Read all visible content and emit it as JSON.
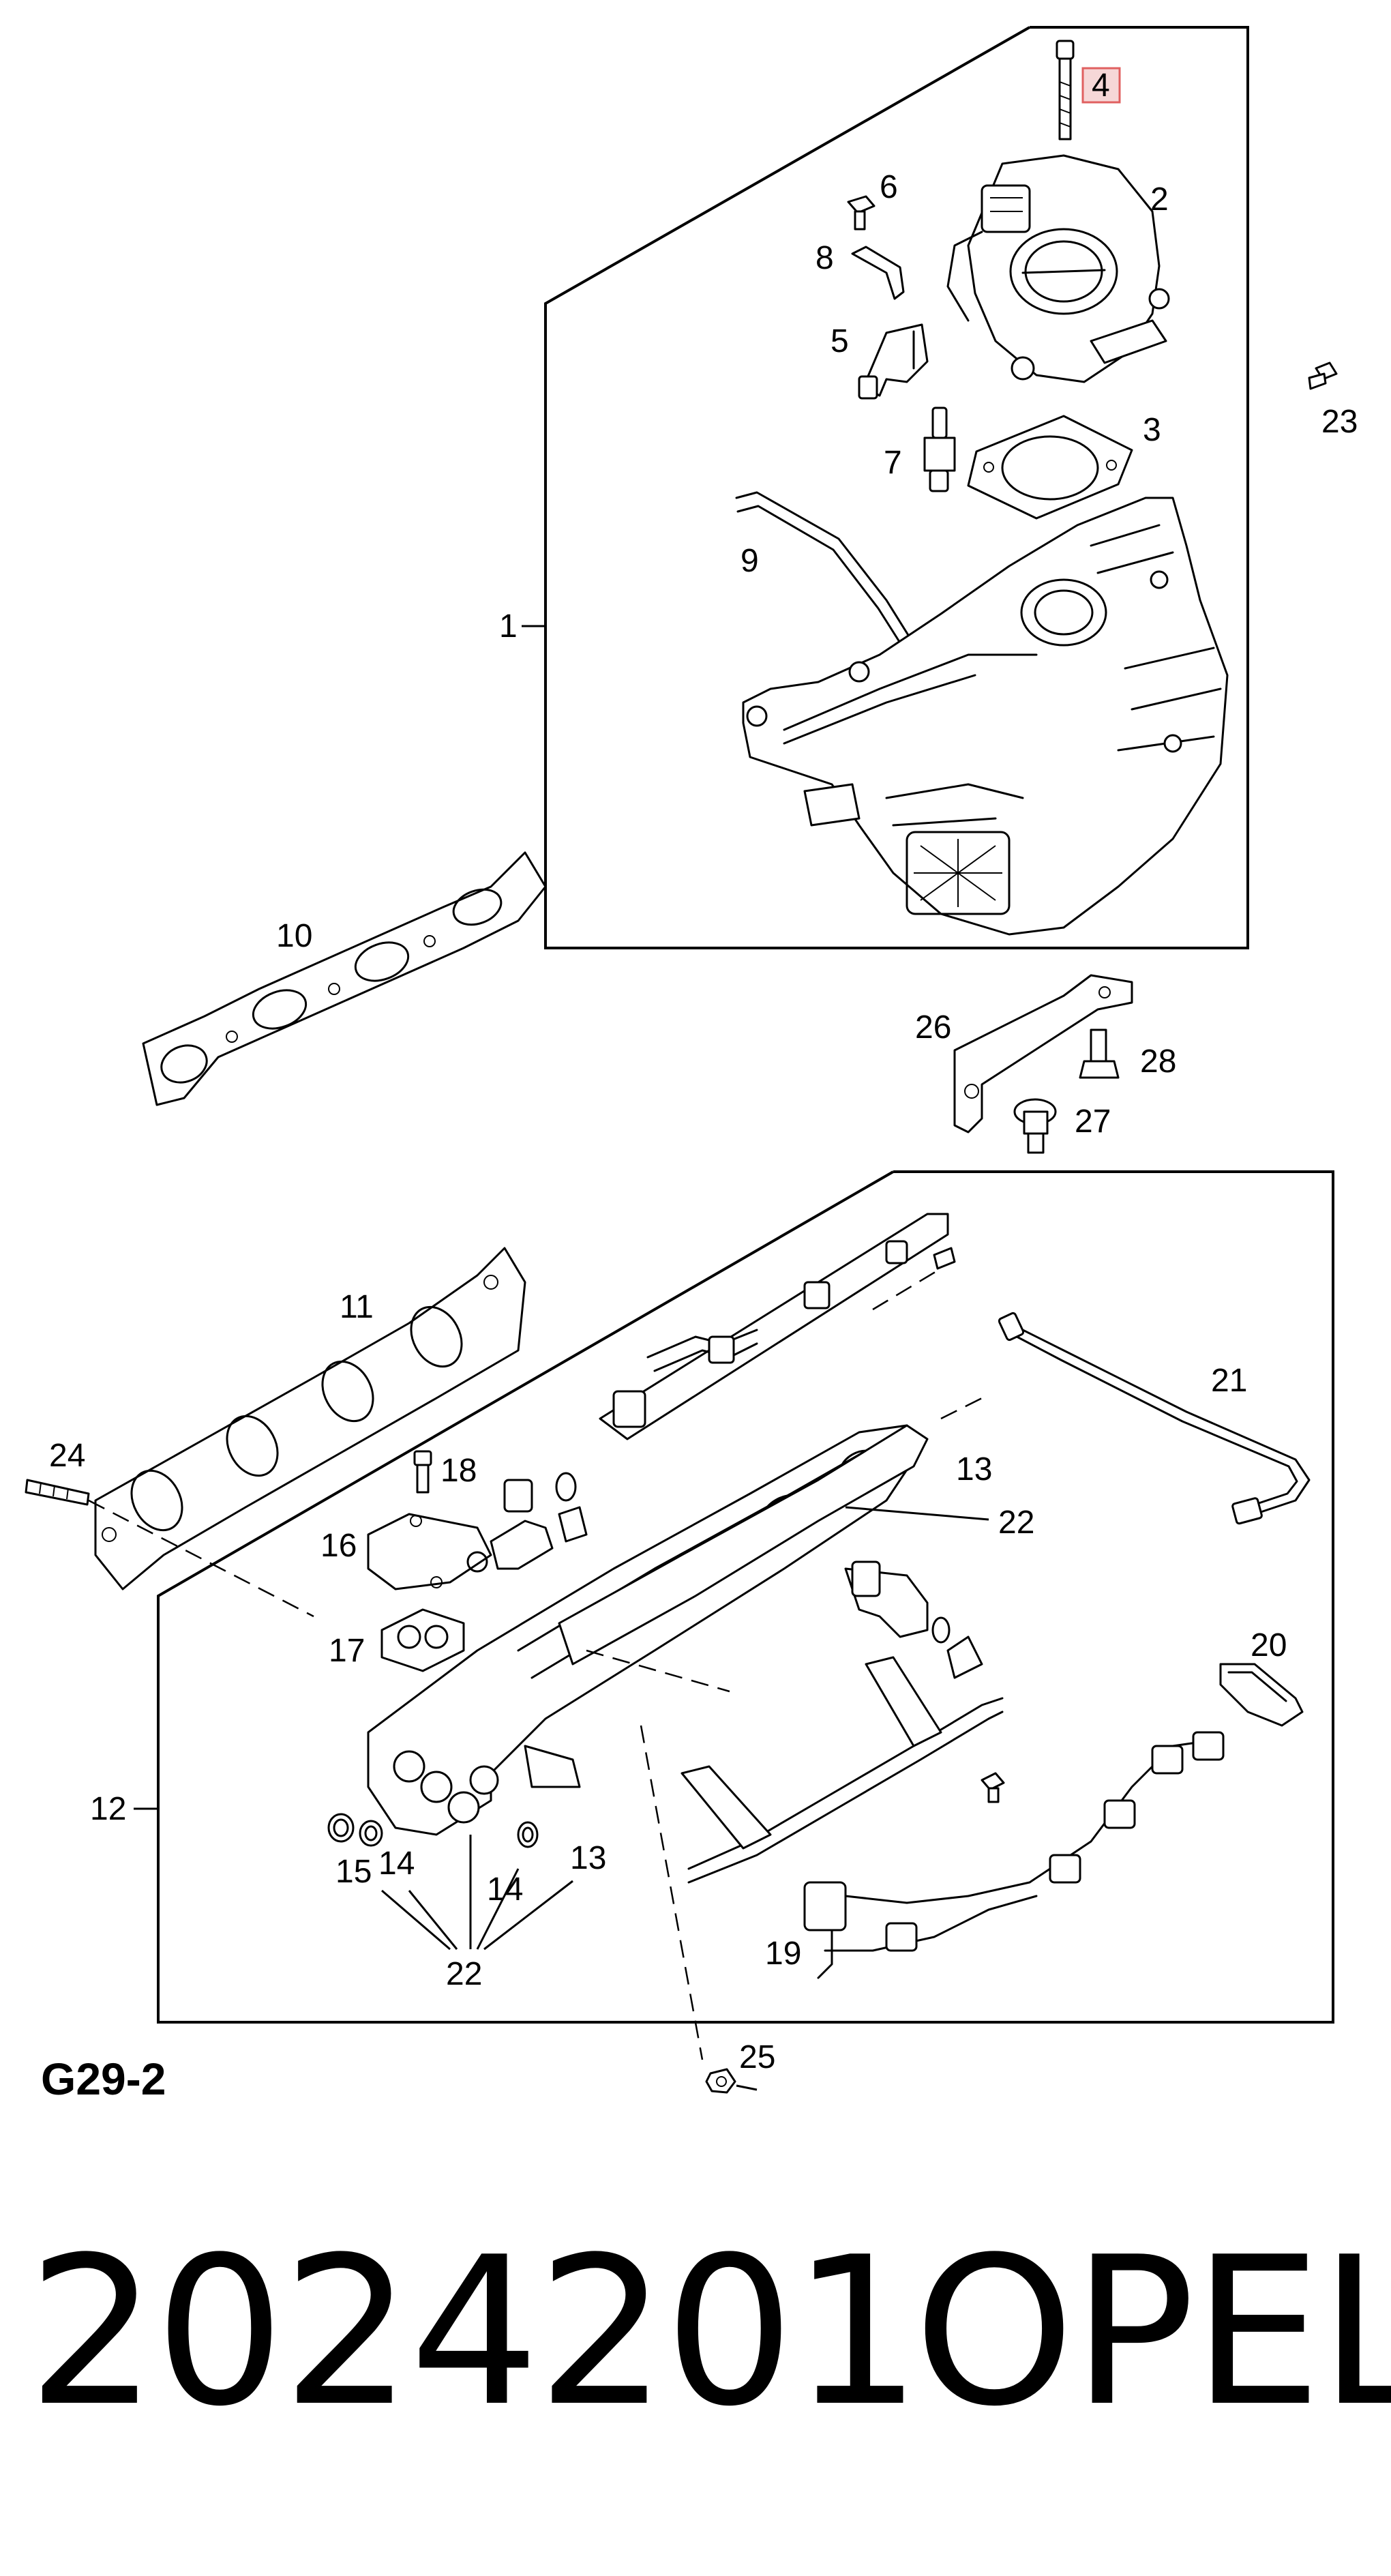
{
  "diagram": {
    "page_code": "G29-2",
    "part_number": "2024201",
    "brand": "OPEL",
    "highlight_color": "#e06060",
    "callouts": {
      "c1": "1",
      "c2": "2",
      "c3": "3",
      "c4": "4",
      "c5": "5",
      "c6": "6",
      "c7": "7",
      "c8": "8",
      "c9": "9",
      "c10": "10",
      "c11": "11",
      "c12": "12",
      "c13a": "13",
      "c13b": "13",
      "c14a": "14",
      "c14b": "14",
      "c15": "15",
      "c16": "16",
      "c17": "17",
      "c18": "18",
      "c19": "19",
      "c20": "20",
      "c21": "21",
      "c22a": "22",
      "c22b": "22",
      "c23": "23",
      "c24": "24",
      "c25": "25",
      "c26": "26",
      "c27": "27",
      "c28": "28"
    }
  }
}
